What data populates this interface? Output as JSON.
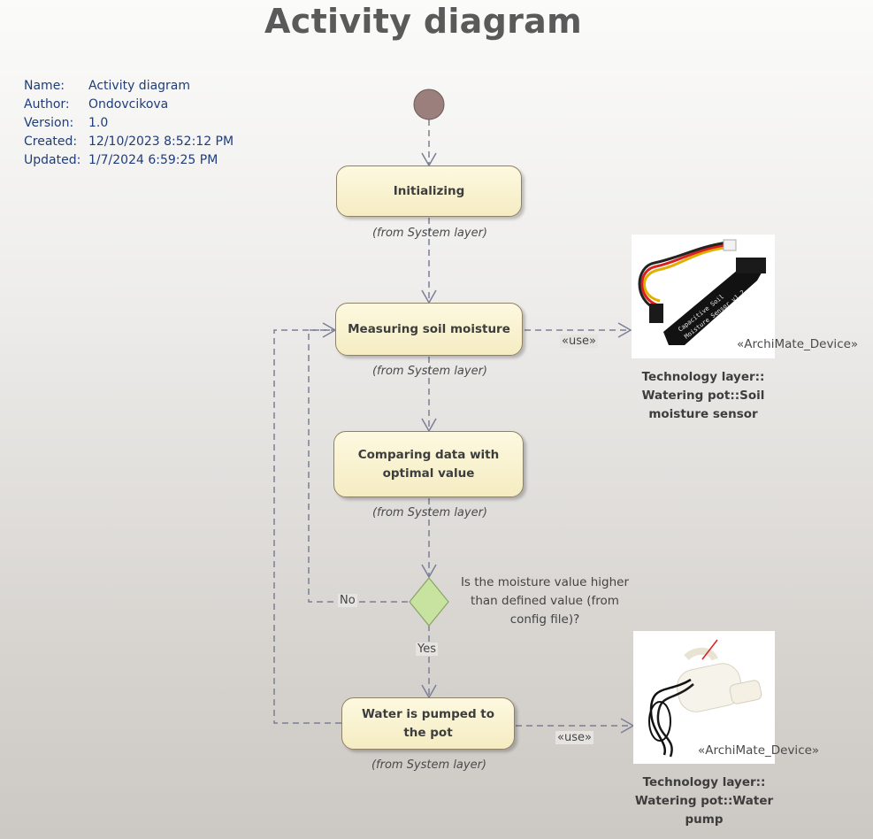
{
  "title": "Activity diagram",
  "meta": [
    {
      "key": "Name:",
      "value": "Activity diagram"
    },
    {
      "key": "Author:",
      "value": "Ondovcikova"
    },
    {
      "key": "Version:",
      "value": "1.0"
    },
    {
      "key": "Created:",
      "value": "12/10/2023 8:52:12 PM"
    },
    {
      "key": "Updated:",
      "value": "1/7/2024 6:59:25 PM"
    }
  ],
  "activities": {
    "initializing": {
      "label": "Initializing",
      "from": "(from System layer)"
    },
    "measuring": {
      "label": "Measuring soil moisture",
      "from": "(from System layer)"
    },
    "comparing": {
      "label": "Comparing data with optimal value",
      "from": "(from System layer)"
    },
    "pumping": {
      "label": "Water is pumped to the pot",
      "from": "(from System layer)"
    }
  },
  "decision": {
    "question": "Is the moisture value higher than defined value (from config file)?",
    "no_label": "No",
    "yes_label": "Yes"
  },
  "devices": {
    "sensor": {
      "stereotype": "«ArchiMate_Device»",
      "name": "Technology layer:: Watering pot::Soil moisture sensor",
      "use_label": "«use»",
      "print_line1": "Capacitive Soil",
      "print_line2": "Moisture Sensor v1.2"
    },
    "pump": {
      "stereotype": "«ArchiMate_Device»",
      "name": "Technology layer:: Watering pot::Water pump",
      "use_label": "«use»"
    }
  },
  "colors": {
    "start_node": "#9b7f7d",
    "decision_fill": "#c8e3a0",
    "edge": "#7a7f96"
  }
}
